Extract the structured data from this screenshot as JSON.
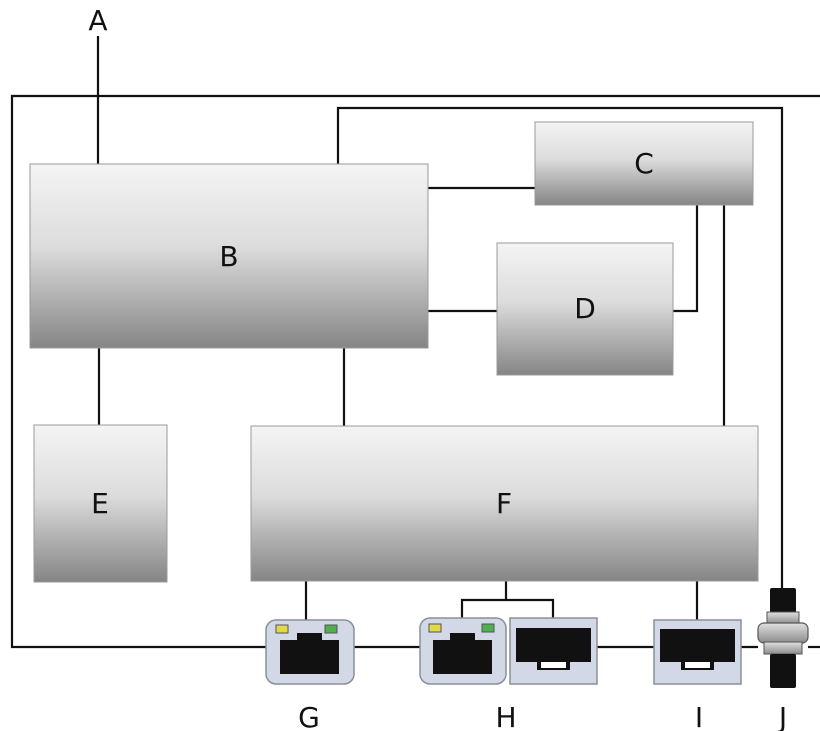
{
  "labels": {
    "a": "A",
    "b": "B",
    "c": "C",
    "d": "D",
    "e": "E",
    "f": "F",
    "g": "G",
    "h": "H",
    "i": "I",
    "j": "J"
  },
  "colors": {
    "block_top": "#f4f4f4",
    "block_bottom": "#8a8a8a",
    "port_frame": "#d2d8e6",
    "port_frame_stroke": "#8a8f99",
    "led_yellow": "#e3d84a",
    "led_green": "#4fb04f",
    "connector_body": "#111111",
    "wire": "#111111"
  }
}
